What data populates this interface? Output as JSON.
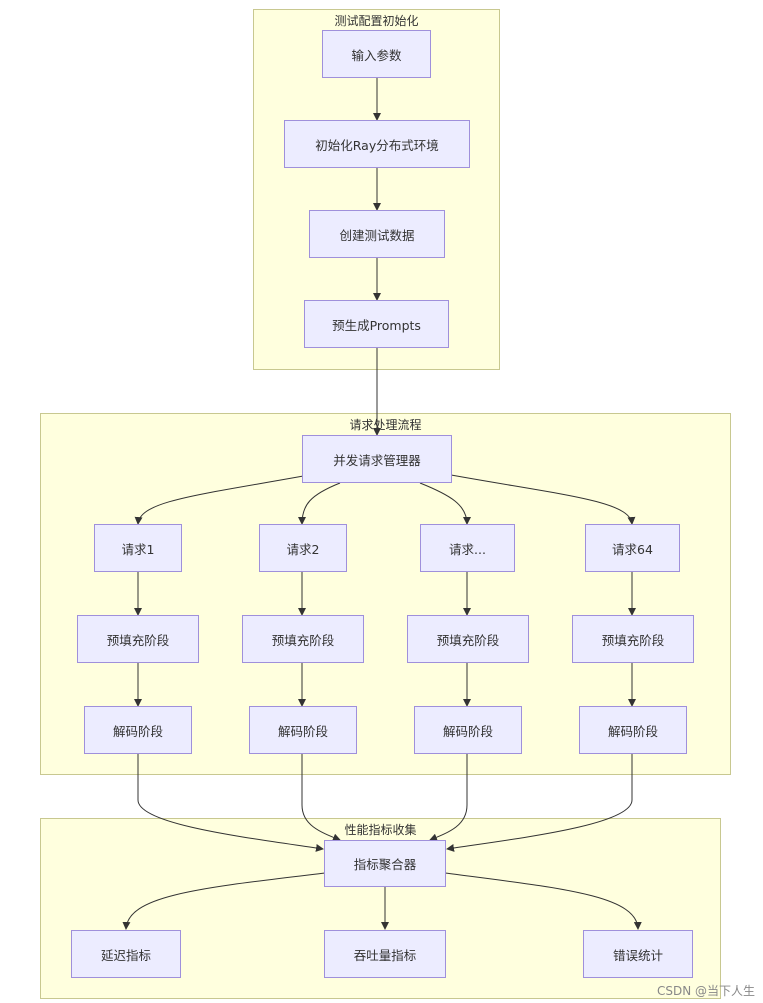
{
  "clusters": {
    "init": {
      "title": "测试配置初始化"
    },
    "requests": {
      "title": "请求处理流程"
    },
    "metrics": {
      "title": "性能指标收集"
    }
  },
  "nodes": {
    "input_params": "输入参数",
    "init_ray": "初始化Ray分布式环境",
    "create_data": "创建测试数据",
    "pregen_prompts": "预生成Prompts",
    "manager": "并发请求管理器",
    "req1": "请求1",
    "req2": "请求2",
    "req_more": "请求...",
    "req64": "请求64",
    "prefill1": "预填充阶段",
    "prefill2": "预填充阶段",
    "prefill3": "预填充阶段",
    "prefill4": "预填充阶段",
    "decode1": "解码阶段",
    "decode2": "解码阶段",
    "decode3": "解码阶段",
    "decode4": "解码阶段",
    "aggregator": "指标聚合器",
    "latency": "延迟指标",
    "throughput": "吞吐量指标",
    "errors": "错误统计"
  },
  "watermark": "CSDN @当下人生",
  "colors": {
    "cluster_fill": "#ffffde",
    "node_fill": "#ececff",
    "node_stroke": "#9f90db",
    "edge": "#333333"
  }
}
